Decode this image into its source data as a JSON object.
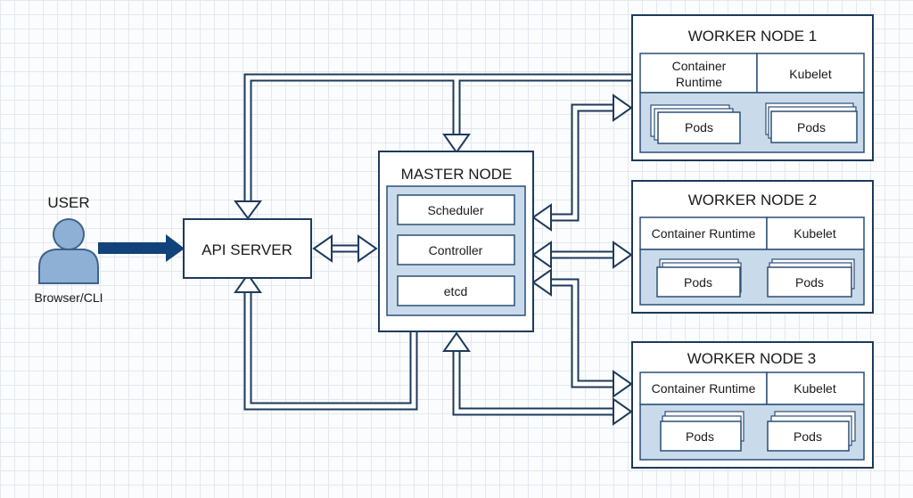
{
  "user": {
    "label": "USER",
    "sublabel": "Browser/CLI"
  },
  "api_server": {
    "label": "API SERVER"
  },
  "master": {
    "title": "MASTER NODE",
    "components": [
      "Scheduler",
      "Controller",
      "etcd"
    ]
  },
  "workers": [
    {
      "title": "WORKER NODE 1",
      "runtime": "Container Runtime",
      "kubelet": "Kubelet",
      "pods": [
        "Pods",
        "Pods"
      ]
    },
    {
      "title": "WORKER NODE 2",
      "runtime": "Container Runtime",
      "kubelet": "Kubelet",
      "pods": [
        "Pods",
        "Pods"
      ]
    },
    {
      "title": "WORKER NODE 3",
      "runtime": "Container Runtime",
      "kubelet": "Kubelet",
      "pods": [
        "Pods",
        "Pods"
      ]
    }
  ],
  "colors": {
    "stroke": "#1d3a5c",
    "panel": "#c9dbeb",
    "user_arrow": "#12427a",
    "user_icon": "#8eb0d4"
  }
}
